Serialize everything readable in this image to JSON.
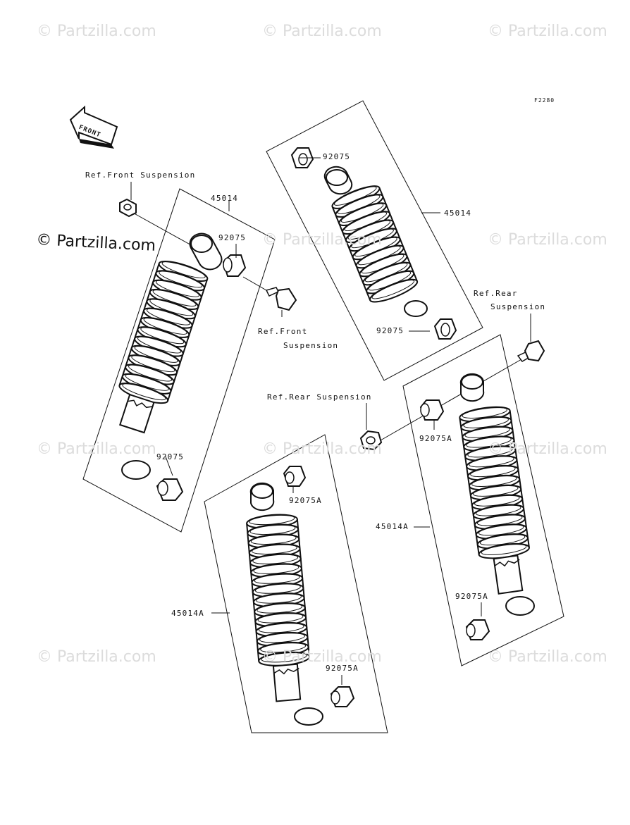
{
  "watermark": "© Partzilla.com",
  "main_watermark": "© Partzilla.com",
  "figure_code": "F2280",
  "front_arrow_label": "FRONT",
  "labels": {
    "ref_front_suspension_top": "Ref.Front Suspension",
    "ref_front_suspension_mid_1": "Ref.Front",
    "ref_front_suspension_mid_2": "Suspension",
    "ref_rear_suspension_top_1": "Ref.Rear",
    "ref_rear_suspension_top_2": "Suspension",
    "ref_rear_suspension_mid": "Ref.Rear Suspension",
    "left_shock_part": "45014",
    "left_bush_top": "92075",
    "left_bush_bottom": "92075",
    "top_shock_part": "45014",
    "top_bush_top": "92075",
    "top_bush_bottom": "92075",
    "bottom_shock_part": "45014A",
    "bottom_bush_top": "92075A",
    "bottom_bush_bottom": "92075A",
    "right_shock_part": "45014A",
    "right_bush_top": "92075A",
    "right_bush_bottom": "92075A"
  }
}
